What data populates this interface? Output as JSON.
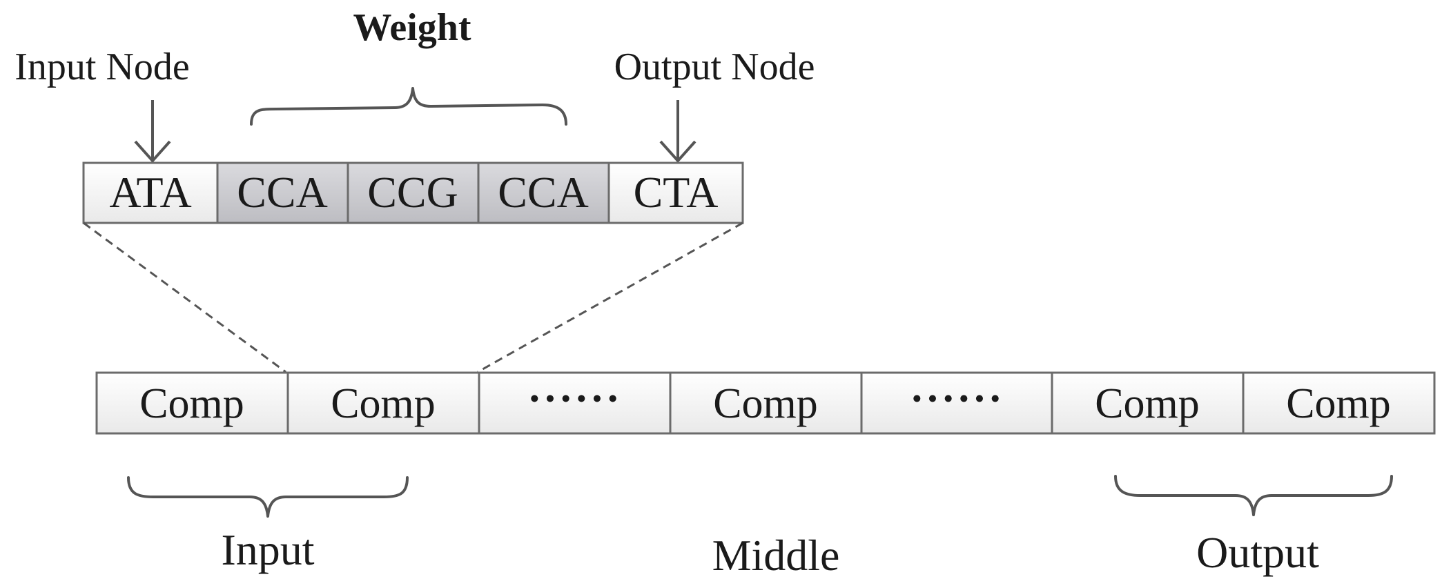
{
  "weight_label": "Weight",
  "input_node_label": "Input Node",
  "output_node_label": "Output Node",
  "sequence": [
    {
      "text": "ATA",
      "kind": "node"
    },
    {
      "text": "CCA",
      "kind": "weight"
    },
    {
      "text": "CCG",
      "kind": "weight"
    },
    {
      "text": "CCA",
      "kind": "weight"
    },
    {
      "text": "CTA",
      "kind": "node"
    }
  ],
  "components": [
    "Comp",
    "Comp",
    "······",
    "Comp",
    "······",
    "Comp",
    "Comp"
  ],
  "groups": {
    "input": "Input",
    "middle": "Middle",
    "output": "Output"
  },
  "colors": {
    "node_fill": "#f2f2f2",
    "weight_fill": "#c9c9ce",
    "stroke": "#6b6b6b"
  }
}
